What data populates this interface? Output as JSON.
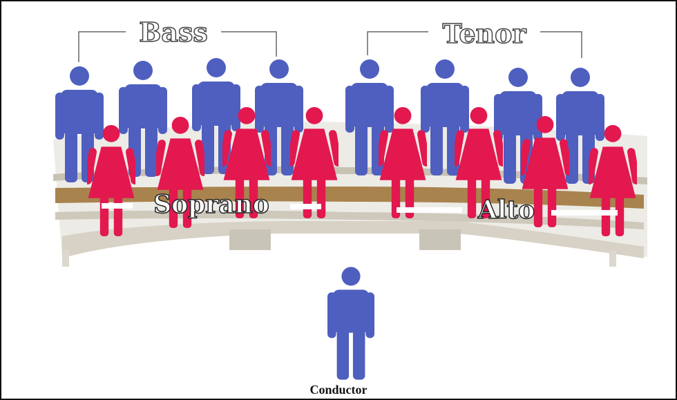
{
  "sections": {
    "bass": "Bass",
    "tenor": "Tenor",
    "soprano": "Soprano",
    "alto": "Alto"
  },
  "conductor_label": "Conductor",
  "colors": {
    "male": "#4f5fbf",
    "female": "#e2184f",
    "riser_top": "#ecebe6",
    "riser_front": "#d7d2c5",
    "riser_wood": "#a9834e"
  },
  "icons": {
    "male": "man-icon",
    "female": "woman-icon"
  }
}
